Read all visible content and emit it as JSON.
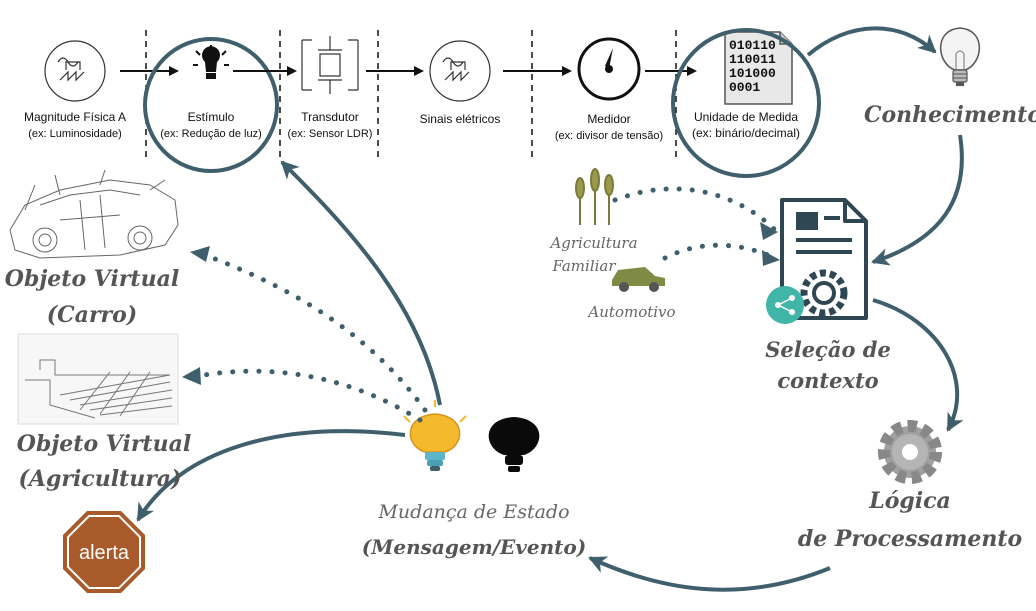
{
  "pipeline": {
    "magnitude": {
      "title": "Magnitude Física A",
      "sub": "(ex: Luminosidade)"
    },
    "estimulo": {
      "title": "Estímulo",
      "sub": "(ex: Redução de luz)"
    },
    "transdutor": {
      "title": "Transdutor",
      "sub": "(ex: Sensor LDR)"
    },
    "sinais": {
      "title": "Sinais elétricos"
    },
    "medidor": {
      "title": "Medidor",
      "sub": "(ex: divisor de tensão)"
    },
    "unidade": {
      "title": "Unidade de Medida",
      "sub": "(ex: binário/decimal)",
      "binary": [
        "010110",
        "110011",
        "101000",
        "0001"
      ]
    }
  },
  "conhecimento": "Conhecimento",
  "contexto": {
    "line1": "Seleção de",
    "line2": "contexto",
    "agri_line1": "Agricultura",
    "agri_line2": "Familiar",
    "auto": "Automotivo"
  },
  "logica": {
    "line1": "Lógica",
    "line2": "de Processamento"
  },
  "mudanca": {
    "line1": "Mudança de Estado",
    "line2": "(Mensagem/Evento)"
  },
  "objeto_carro": {
    "line1": "Objeto Virtual",
    "line2": "(Carro)"
  },
  "objeto_agri": {
    "line1": "Objeto Virtual",
    "line2": "(Agricultura)"
  },
  "alerta": "alerta",
  "colors": {
    "teal": "#3e5f6b",
    "orange": "#a85a2a",
    "bulb": "#f5b92e",
    "share": "#3fb6a8"
  }
}
